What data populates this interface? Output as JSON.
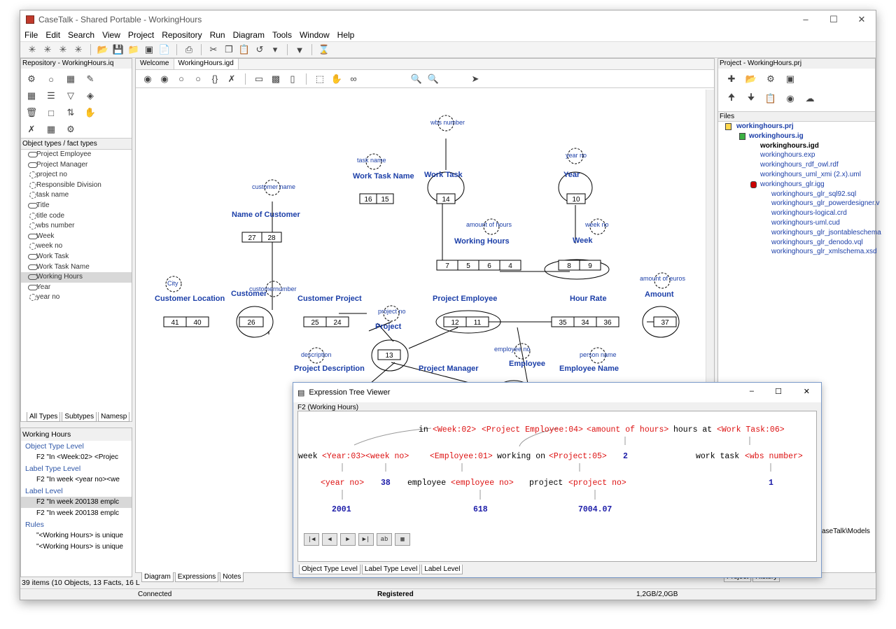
{
  "window": {
    "title": "CaseTalk - Shared Portable - WorkingHours"
  },
  "menu": [
    "File",
    "Edit",
    "Search",
    "View",
    "Project",
    "Repository",
    "Run",
    "Diagram",
    "Tools",
    "Window",
    "Help"
  ],
  "repository": {
    "header": "Repository - WorkingHours.iq",
    "object_types_header": "Object types / fact types",
    "items": [
      "Project Employee",
      "Project Manager",
      "project no",
      "Responsible Division",
      "task name",
      "Title",
      "title code",
      "wbs number",
      "Week",
      "week no",
      "Work Task",
      "Work Task Name",
      "Working Hours",
      "Year",
      "year no"
    ],
    "tabs": [
      "All Types",
      "Subtypes",
      "Namesp"
    ]
  },
  "working_hours": {
    "header": "Working Hours",
    "groups": [
      {
        "label": "Object Type Level",
        "items": [
          "F2  \"In <Week:02> <Projec"
        ]
      },
      {
        "label": "Label Type Level",
        "items": [
          "F2  \"In week <year no><we"
        ]
      },
      {
        "label": "Label Level",
        "items": [
          "F2  \"In week 200138 emplc",
          "F2  \"In week 200138 emplc"
        ]
      },
      {
        "label": "Rules",
        "items": [
          "\"<Working Hours> is unique",
          "\"<Working Hours> is unique"
        ]
      }
    ],
    "count": "39 items (10 Objects, 13 Facts, 16 L"
  },
  "status": {
    "connected": "Connected",
    "registered": "Registered",
    "memory": "1,2GB/2,0GB"
  },
  "diagram": {
    "tabs": [
      "Welcome",
      "WorkingHours.igd"
    ],
    "bottom_tabs": [
      "Diagram",
      "Expressions",
      "Notes"
    ],
    "labels": {
      "work_task_name": "Work Task Name",
      "work_task": "Work Task",
      "year": "Year",
      "name_of_customer": "Name of Customer",
      "working_hours": "Working Hours",
      "week": "Week",
      "customer_location": "Customer Location",
      "customer": "Customer",
      "customer_project": "Customer Project",
      "project_employee": "Project Employee",
      "hour_rate": "Hour Rate",
      "amount": "Amount",
      "project": "Project",
      "project_description": "Project Description",
      "project_manager": "Project Manager",
      "employee": "Employee",
      "employee_name": "Employee Name"
    },
    "roles": {
      "wbs_number": "wbs number",
      "task_name": "task name",
      "year_no": "year no",
      "customer_name": "customer name",
      "amount_of_hours": "amount of hours",
      "week_no": "week no",
      "city": "City",
      "customernumber": "customernumber",
      "project_no": "project no",
      "amount_of_euros": "amount of euros",
      "description": "description",
      "employee_no": "employee no",
      "person_name": "person name"
    }
  },
  "project": {
    "header": "Project - WorkingHours.prj",
    "files_header": "Files",
    "files": [
      "workinghours.prj",
      "workinghours.ig",
      "workinghours.igd",
      "workinghours.exp",
      "workinghours_rdf_owl.rdf",
      "workinghours_uml_xmi (2.x).uml",
      "workinghours_glr.igg",
      "workinghours_glr_sql92.sql",
      "workinghours_glr_powerdesigner.v",
      "workinghours-logical.crd",
      "workinghours-uml.cud",
      "workinghours_glr_jsontableschema",
      "workinghours_glr_denodo.vql",
      "workinghours_glr_xmlschema.xsd"
    ],
    "path_fragment": "aseTalk\\Models",
    "tabs": [
      "Project",
      "History"
    ]
  },
  "etv": {
    "title": "Expression Tree Viewer",
    "subtitle": "F2 (Working Hours)",
    "tabs": [
      "Object Type Level",
      "Label Type Level",
      "Label Level"
    ]
  }
}
